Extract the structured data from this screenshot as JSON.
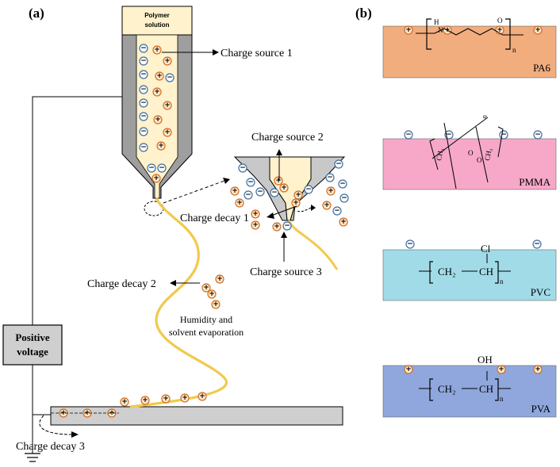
{
  "panel_a_label": "(a)",
  "panel_b_label": "(b)",
  "polymer_solution_line1": "Polymer",
  "polymer_solution_line2": "solution",
  "labels": {
    "charge_source_1": "Charge source 1",
    "charge_source_2": "Charge source 2",
    "charge_source_3": "Charge source 3",
    "charge_decay_1": "Charge decay 1",
    "charge_decay_2": "Charge decay 2",
    "charge_decay_3": "Charge decay 3",
    "humidity_line1": "Humidity and",
    "humidity_line2": "solvent evaporation",
    "voltage_line1": "Positive",
    "voltage_line2": "voltage"
  },
  "polymers": [
    {
      "name": "PA6",
      "color": "#f2ad7e"
    },
    {
      "name": "PMMA",
      "color": "#f7a8c8"
    },
    {
      "name": "PVC",
      "color": "#a2dbe8"
    },
    {
      "name": "PVA",
      "color": "#8fa7dd"
    }
  ],
  "chem": {
    "n": "n",
    "ch2": "CH₂",
    "ch": "CH",
    "cl": "Cl",
    "oh": "OH",
    "h": "H",
    "nitrogen": "N",
    "oxygen": "O",
    "ch3": "CH₃"
  },
  "symbols": {
    "positive": "+",
    "negative": "−"
  },
  "colors": {
    "fiber": "#f2c94c",
    "needle": "#9e9e9e",
    "solution": "#fff2cc",
    "collector": "#d0cfcf",
    "positive_stroke": "#d46a1f",
    "negative_stroke": "#3a6ea5"
  }
}
